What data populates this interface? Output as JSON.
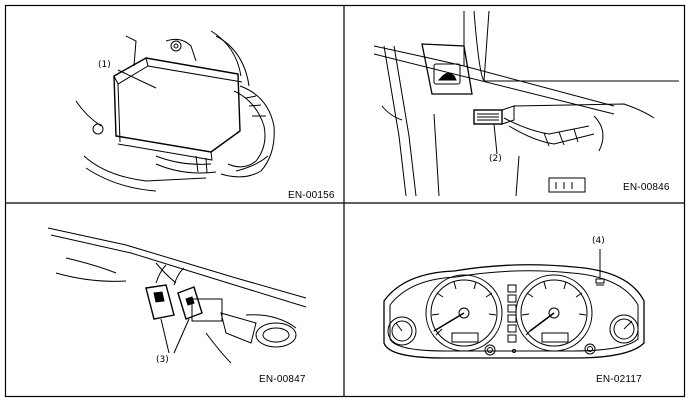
{
  "panels": [
    {
      "figure_id": "EN-00156",
      "callouts": [
        "(1)"
      ]
    },
    {
      "figure_id": "EN-00846",
      "callouts": [
        "(2)"
      ]
    },
    {
      "figure_id": "EN-00847",
      "callouts": [
        "(3)"
      ]
    },
    {
      "figure_id": "EN-02117",
      "callouts": [
        "(4)"
      ]
    }
  ]
}
